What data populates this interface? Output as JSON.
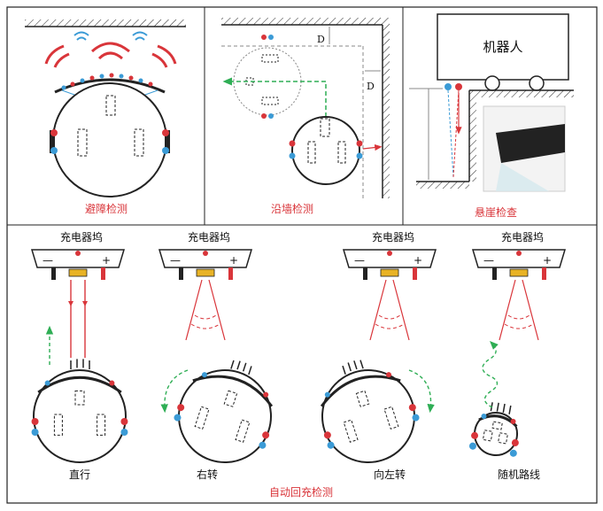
{
  "colors": {
    "red": "#d9353a",
    "blue": "#3b9bd6",
    "green": "#2fae55",
    "purple": "#8a5cc8",
    "yellow": "#e8b326",
    "gray": "#888888"
  },
  "panels": {
    "obstacle": {
      "caption": "避障检测"
    },
    "wall": {
      "caption": "沿墙检测",
      "label_d1": "D",
      "label_d2": "D"
    },
    "cliff": {
      "caption": "悬崖检查",
      "robot_label": "机器人"
    }
  },
  "recharge": {
    "caption": "自动回充检测",
    "dock_label": "充电器坞",
    "minus": "—",
    "plus": "+",
    "modes": {
      "straight": "直行",
      "turn_right": "右转",
      "turn_left": "向左转",
      "random": "随机路线"
    }
  }
}
